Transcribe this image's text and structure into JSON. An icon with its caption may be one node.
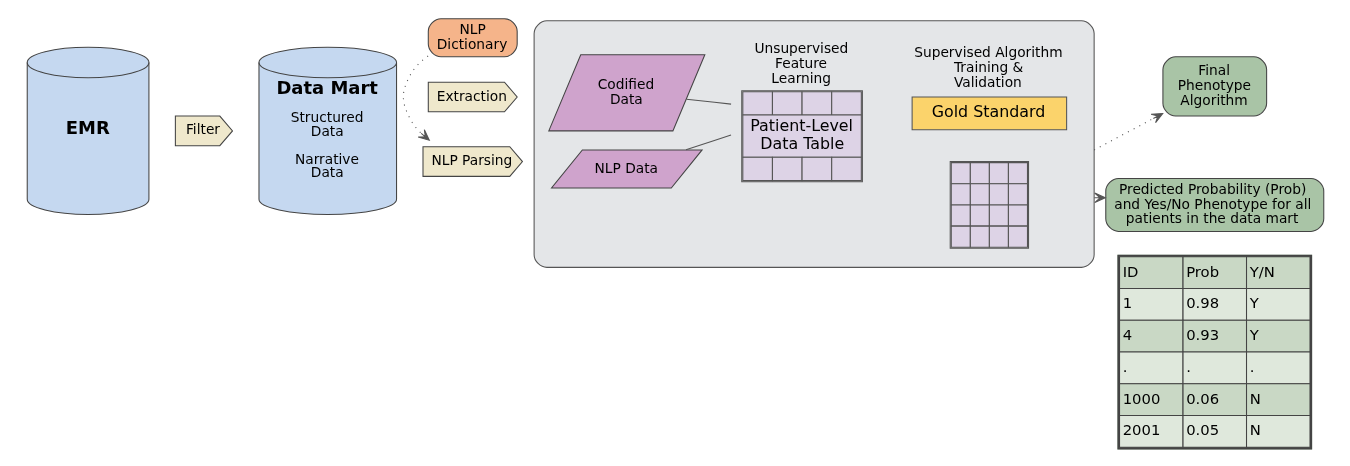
{
  "diagram": {
    "nodes": [
      {
        "text": [
          "EMR"
        ]
      },
      {
        "text": [
          "Filter"
        ]
      },
      {
        "text": [
          "Data Mart",
          "Structured Data",
          "Narrative Data"
        ]
      },
      {
        "text": [
          "Extraction"
        ]
      },
      {
        "text": [
          "NLP Parsing"
        ]
      },
      {
        "text": [
          "NLP Dictionary"
        ]
      },
      {
        "text": [],
        "shape": "box"
      },
      {
        "text": [
          "Codified Data"
        ],
        "in": 6
      },
      {
        "text": [
          "NLP Data"
        ],
        "in": 6
      },
      {
        "text": [
          "Unsupervised Feature Learning",
          "Patient-Level Data Table"
        ],
        "in": 6
      },
      {
        "text": [
          "Supervised Algorithm Training & Validation",
          "Gold Standard"
        ],
        "in": 6
      },
      {
        "text": [],
        "shape": "box",
        "in": 6
      },
      {
        "text": [
          "Final Phenotype Algorithm"
        ]
      },
      {
        "text": [
          "Predicted Probability (Prob) and Yes/No Phenotype for all patients in the data mart"
        ]
      }
    ],
    "edges": [
      {
        "from": 5,
        "to": 4,
        "arrow": "to",
        "style": "dashed"
      },
      {
        "from": 7,
        "to": 9,
        "arrow": "none"
      },
      {
        "from": 8,
        "to": 9,
        "arrow": "none"
      },
      {
        "from": 6,
        "to": 12,
        "arrow": "to",
        "style": "dashed"
      },
      {
        "from": 6,
        "to": 13,
        "arrow": "to",
        "style": "dashed"
      }
    ],
    "labels": [
      "ID",
      "Prob",
      "Y/N",
      "1",
      "0.98",
      "Y",
      "4",
      "0.93",
      "Y",
      ".",
      ".",
      ".",
      "1000",
      "0.06",
      "N",
      "2001",
      "0.05",
      "N"
    ]
  }
}
